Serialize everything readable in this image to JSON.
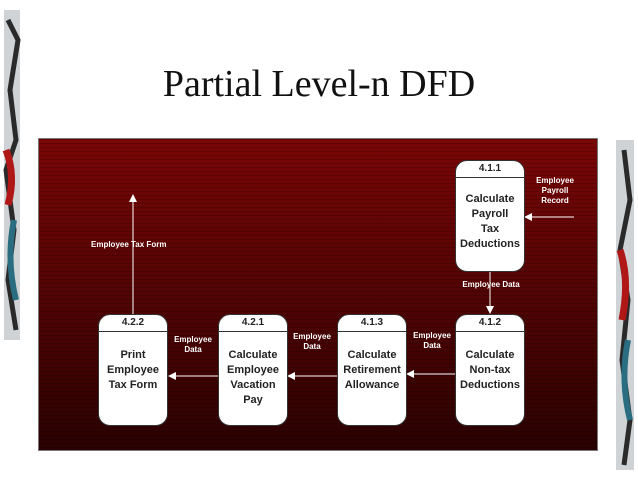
{
  "slide": {
    "title": "Partial Level-n DFD"
  },
  "colors": {
    "panel_top": "#7a0606",
    "panel_bottom": "#2a0101",
    "process_fill": "#ffffff",
    "flow_line": "#ffffff"
  },
  "processes": {
    "p411": {
      "id": "4.1.1",
      "name": "Calculate\nPayroll\nTax\nDeductions"
    },
    "p412": {
      "id": "4.1.2",
      "name": "Calculate\nNon-tax\nDeductions"
    },
    "p413": {
      "id": "4.1.3",
      "name": "Calculate\nRetirement\nAllowance"
    },
    "p421": {
      "id": "4.2.1",
      "name": "Calculate\nEmployee\nVacation\nPay"
    },
    "p422": {
      "id": "4.2.2",
      "name": "Print\nEmployee\nTax Form"
    }
  },
  "flows": {
    "payroll_record": "Employee\nPayroll\nRecord",
    "data_411_412": "Employee  Data",
    "data_412_413": "Employee\nData",
    "data_413_421": "Employee\nData",
    "data_421_422": "Employee\nData",
    "tax_form": "Employee   Tax  Form"
  }
}
